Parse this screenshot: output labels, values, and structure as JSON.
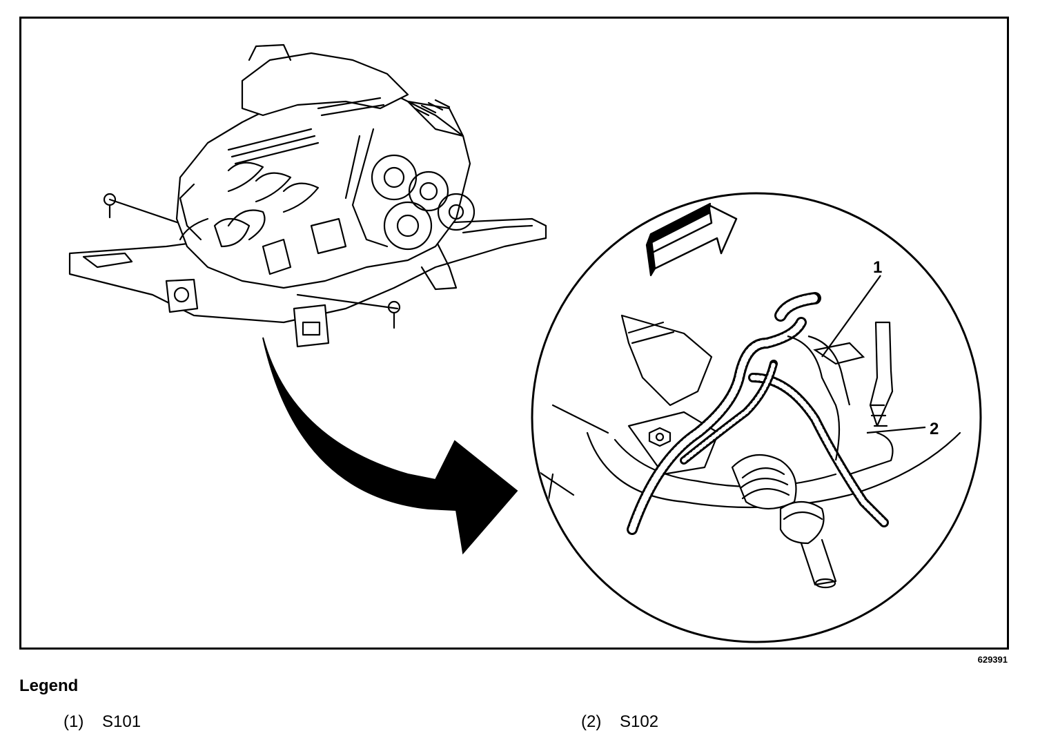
{
  "figure": {
    "id": "629391",
    "callouts": [
      {
        "number": "1"
      },
      {
        "number": "2"
      }
    ],
    "icons": [
      "engine-illustration",
      "direction-arrow-icon",
      "zoom-arrow-icon",
      "detail-circle"
    ]
  },
  "legend": {
    "title": "Legend",
    "items": [
      {
        "number": "(1)",
        "label": "S101"
      },
      {
        "number": "(2)",
        "label": "S102"
      }
    ]
  }
}
